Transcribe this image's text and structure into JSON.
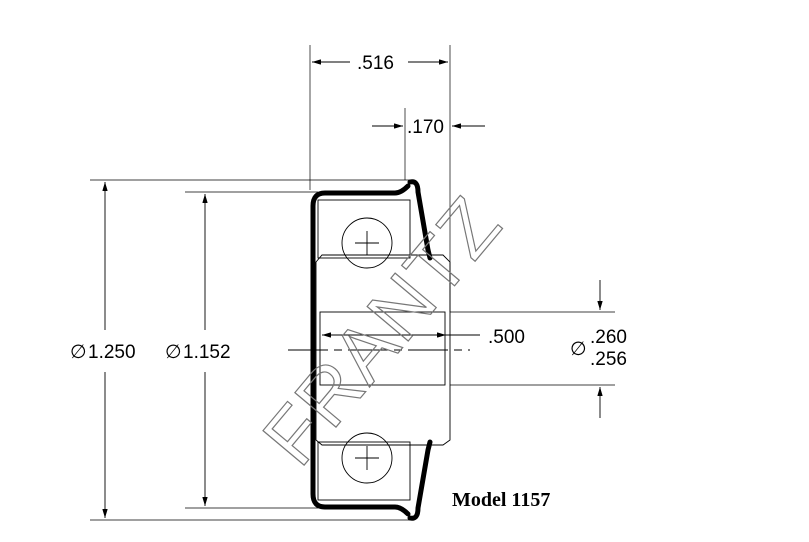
{
  "dimensions": {
    "width_overall": ".516",
    "flange_offset": ".170",
    "outer_diameter": "1.250",
    "inner_housing_diameter": "1.152",
    "bore_length": ".500",
    "bore_diameter_max": ".260",
    "bore_diameter_min": ".256",
    "diameter_symbol": "∅"
  },
  "model_label": "Model 1157",
  "watermark": "FRANTZ"
}
